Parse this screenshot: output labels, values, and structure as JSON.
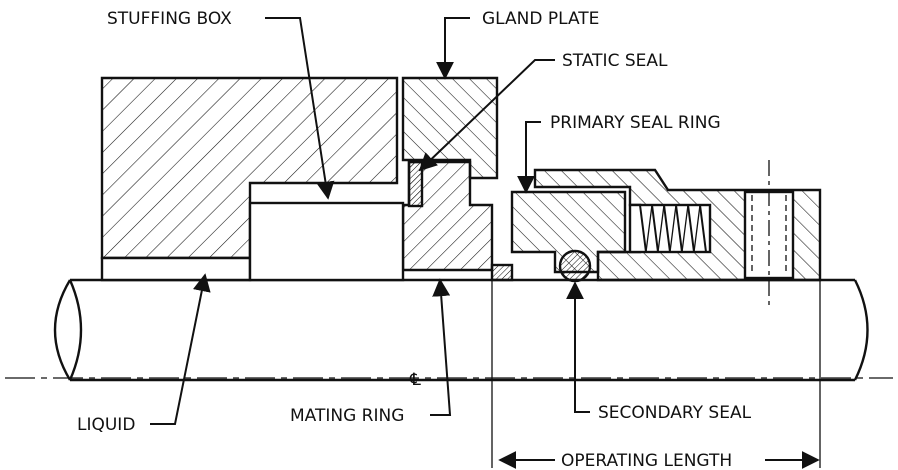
{
  "labels": {
    "stuffing_box": "STUFFING BOX",
    "gland_plate": "GLAND PLATE",
    "static_seal": "STATIC SEAL",
    "primary_seal_ring": "PRIMARY SEAL RING",
    "liquid": "LIQUID",
    "mating_ring": "MATING RING",
    "secondary_seal": "SECONDARY SEAL",
    "operating_length": "OPERATING LENGTH",
    "centerline_symbol": "℄"
  },
  "colors": {
    "ink": "#111111",
    "background": "#ffffff"
  }
}
